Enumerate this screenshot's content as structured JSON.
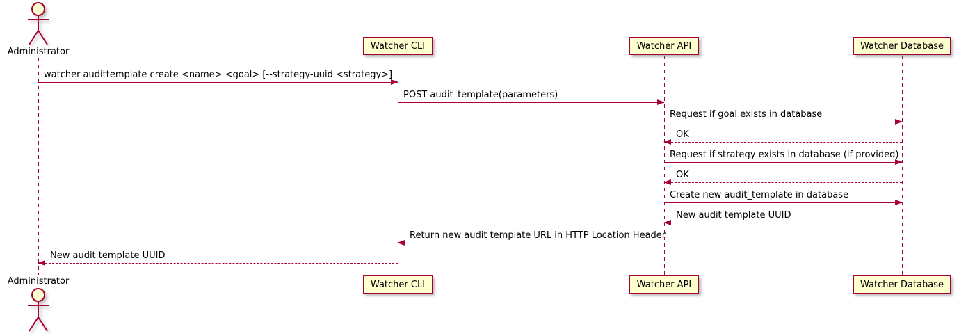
{
  "diagram": {
    "type": "uml-sequence-diagram",
    "colors": {
      "accent": "#A80036",
      "participant_fill": "#FEFECE",
      "text": "#000000",
      "background": "#FFFFFF"
    },
    "actors": {
      "administrator": {
        "label": "Administrator"
      }
    },
    "participants": [
      {
        "id": "watcher-cli",
        "label": "Watcher CLI"
      },
      {
        "id": "watcher-api",
        "label": "Watcher API"
      },
      {
        "id": "watcher-database",
        "label": "Watcher Database"
      }
    ],
    "messages": [
      {
        "from": "Administrator",
        "to": "Watcher CLI",
        "style": "solid",
        "label": "watcher audittemplate create <name> <goal> [--strategy-uuid <strategy>]"
      },
      {
        "from": "Watcher CLI",
        "to": "Watcher API",
        "style": "solid",
        "label": "POST audit_template(parameters)"
      },
      {
        "from": "Watcher API",
        "to": "Watcher Database",
        "style": "solid",
        "label": "Request if goal exists in database"
      },
      {
        "from": "Watcher Database",
        "to": "Watcher API",
        "style": "dashed",
        "label": "OK"
      },
      {
        "from": "Watcher API",
        "to": "Watcher Database",
        "style": "solid",
        "label": "Request if strategy exists in database (if provided)"
      },
      {
        "from": "Watcher Database",
        "to": "Watcher API",
        "style": "dashed",
        "label": "OK"
      },
      {
        "from": "Watcher API",
        "to": "Watcher Database",
        "style": "solid",
        "label": "Create new audit_template in database"
      },
      {
        "from": "Watcher Database",
        "to": "Watcher API",
        "style": "dashed",
        "label": "New audit template UUID"
      },
      {
        "from": "Watcher API",
        "to": "Watcher CLI",
        "style": "dashed",
        "label": "Return new audit template URL in HTTP Location Header"
      },
      {
        "from": "Watcher CLI",
        "to": "Administrator",
        "style": "dashed",
        "label": "New audit template UUID"
      }
    ]
  }
}
